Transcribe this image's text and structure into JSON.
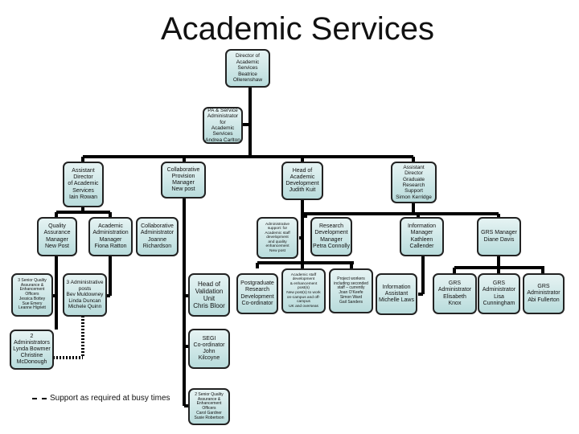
{
  "title": "Academic Services",
  "nodes": {
    "director": "Director of\nAcademic\nServices\nBeatrice\nOllerenshaw",
    "pa": "PA & Service\nAdministrator for\nAcademic Services\nAndrea Carlton",
    "ad_services": "Assistant\nDirector\nof Academic\nServices\nIain Rowan",
    "collab_manager": "Collaborative\nProvision\nManager\nNew post",
    "head_ad": "Head of\nAcademic\nDevelopment\nJudith Kuit",
    "ad_research": "Assistant\nDirector Graduate\nResearch\nSupport\nSimon Kerridge",
    "qa_manager": "Quality\nAssurance\nManager\nNew Post",
    "admin_manager": "Academic\nAdministration\nManager\nFiona Ratton",
    "collab_admin": "Collaborative\nAdministrator\nJoanne\nRichardson",
    "senior_qa_officers": "3 Senior Quality\nAssurance &\nEnhancement\nOfficers\nJessica Bottey\nSue Emery\nLeanne Hignett",
    "admin_posts": "3 Administrative\nposts\nBev Muldowney\nLinda Duncan\nMichele Quinn",
    "two_admins": "2 Administrators\nLynda Bowmer\nChristine\nMcDonough",
    "validation_head": "Head of\nValidation\nUnit\nChris Bloor",
    "segi": "SEGI\nCo-ordinator\nJohn\nKilcoyne",
    "senior_qa_2": "2 Senior Quality\nAssurance &\nEnhancement\nOfficers\nCarol Gardner\nSusie Robertson",
    "admin_support": "Administrative\nsupport: for\nAcademic staff\ndevelopment\nand quality\nenhancement\nNew post",
    "rd_manager": "Research\nDevelopment\nManager\nPetra Connolly",
    "info_manager": "Information\nManager\nKathleen\nCallender",
    "grs_manager": "GRS Manager\nDiane Davis",
    "pg_coordinator": "Postgraduate\nResearch\nDevelopment\nCo-ordinator",
    "staff_dev": "Academic staff\ndevelopment\n& enhancement\npost(s)\nNew post(s) to work\non-campus and off-\ncampus\nUK and overseas",
    "project_workers": "Project workers\nincluding seconded\nstaff – currently\nJoan O'Keefe\nSimon Ward\nGail Sanders",
    "info_assistant": "Information\nAssistant\nMichelle Laws",
    "grs_admin_1": "GRS\nAdministrator\nElisabeth\nKnox",
    "grs_admin_2": "GRS\nAdministrator\nLisa\nCunningham",
    "grs_admin_3": "GRS\nAdministrator\nAbi Fullerton"
  },
  "legend": {
    "text": "Support as required at busy times"
  },
  "colors": {
    "box_top": "#e6f3f3",
    "box_bottom": "#b9dcdc",
    "border": "#222222",
    "line": "#000000"
  }
}
